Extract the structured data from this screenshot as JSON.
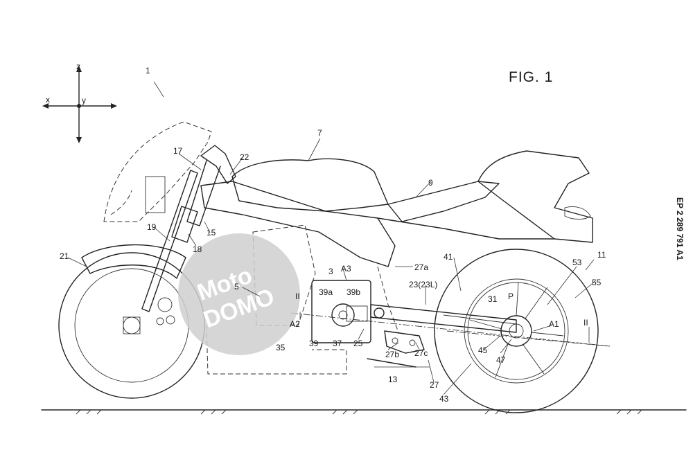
{
  "figure": {
    "title": "FIG. 1",
    "patent_number": "EP 2 289 791 A1"
  },
  "axes": {
    "z": "z",
    "x": "x",
    "y": "y"
  },
  "watermark": {
    "line1": "Moto",
    "line2": "DOMO"
  },
  "labels": {
    "l1": "1",
    "l3": "3",
    "l5": "5",
    "l7": "7",
    "l9": "9",
    "l11": "11",
    "l13": "13",
    "l15": "15",
    "l17": "17",
    "l18": "18",
    "l19": "19",
    "l21": "21",
    "l22": "22",
    "l23": "23(23L)",
    "l25": "25",
    "l27": "27",
    "l27a": "27a",
    "l27b": "27b",
    "l27c": "27c",
    "l31": "31",
    "lP": "P",
    "l35": "35",
    "l37": "37",
    "l39": "39",
    "l39a": "39a",
    "l39b": "39b",
    "l41": "41",
    "l43": "43",
    "l45": "45",
    "l47": "47",
    "l53": "53",
    "l55": "55",
    "lA1": "A1",
    "lA2": "A2",
    "lA3": "A3",
    "lII_left": "II",
    "lII_right": "II"
  }
}
